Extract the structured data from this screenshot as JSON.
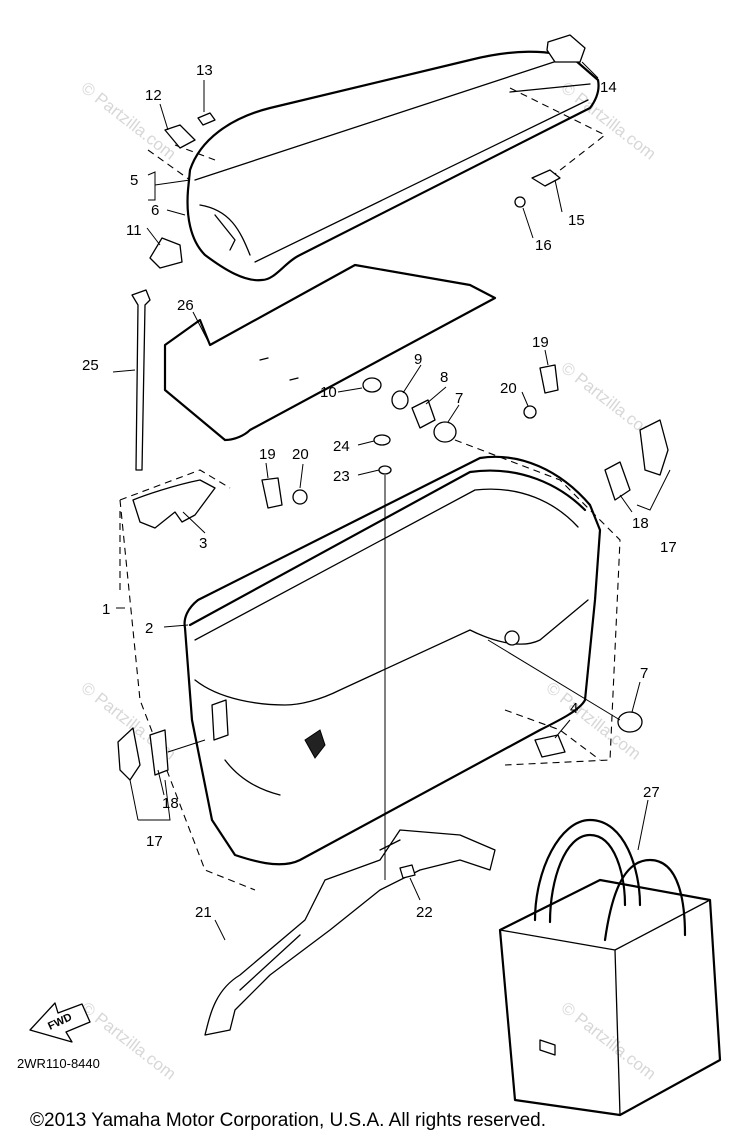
{
  "diagram": {
    "callouts": [
      "1",
      "2",
      "3",
      "4",
      "5",
      "6",
      "7",
      "7",
      "8",
      "9",
      "10",
      "11",
      "12",
      "13",
      "14",
      "15",
      "16",
      "17",
      "17",
      "18",
      "18",
      "19",
      "19",
      "20",
      "20",
      "21",
      "22",
      "23",
      "24",
      "25",
      "26",
      "27"
    ],
    "fwd_label": "FWD",
    "code": "2WR110-8440",
    "watermark": "© Partzilla.com",
    "copyright": "©2013 Yamaha Motor Corporation, U.S.A. All rights reserved."
  }
}
